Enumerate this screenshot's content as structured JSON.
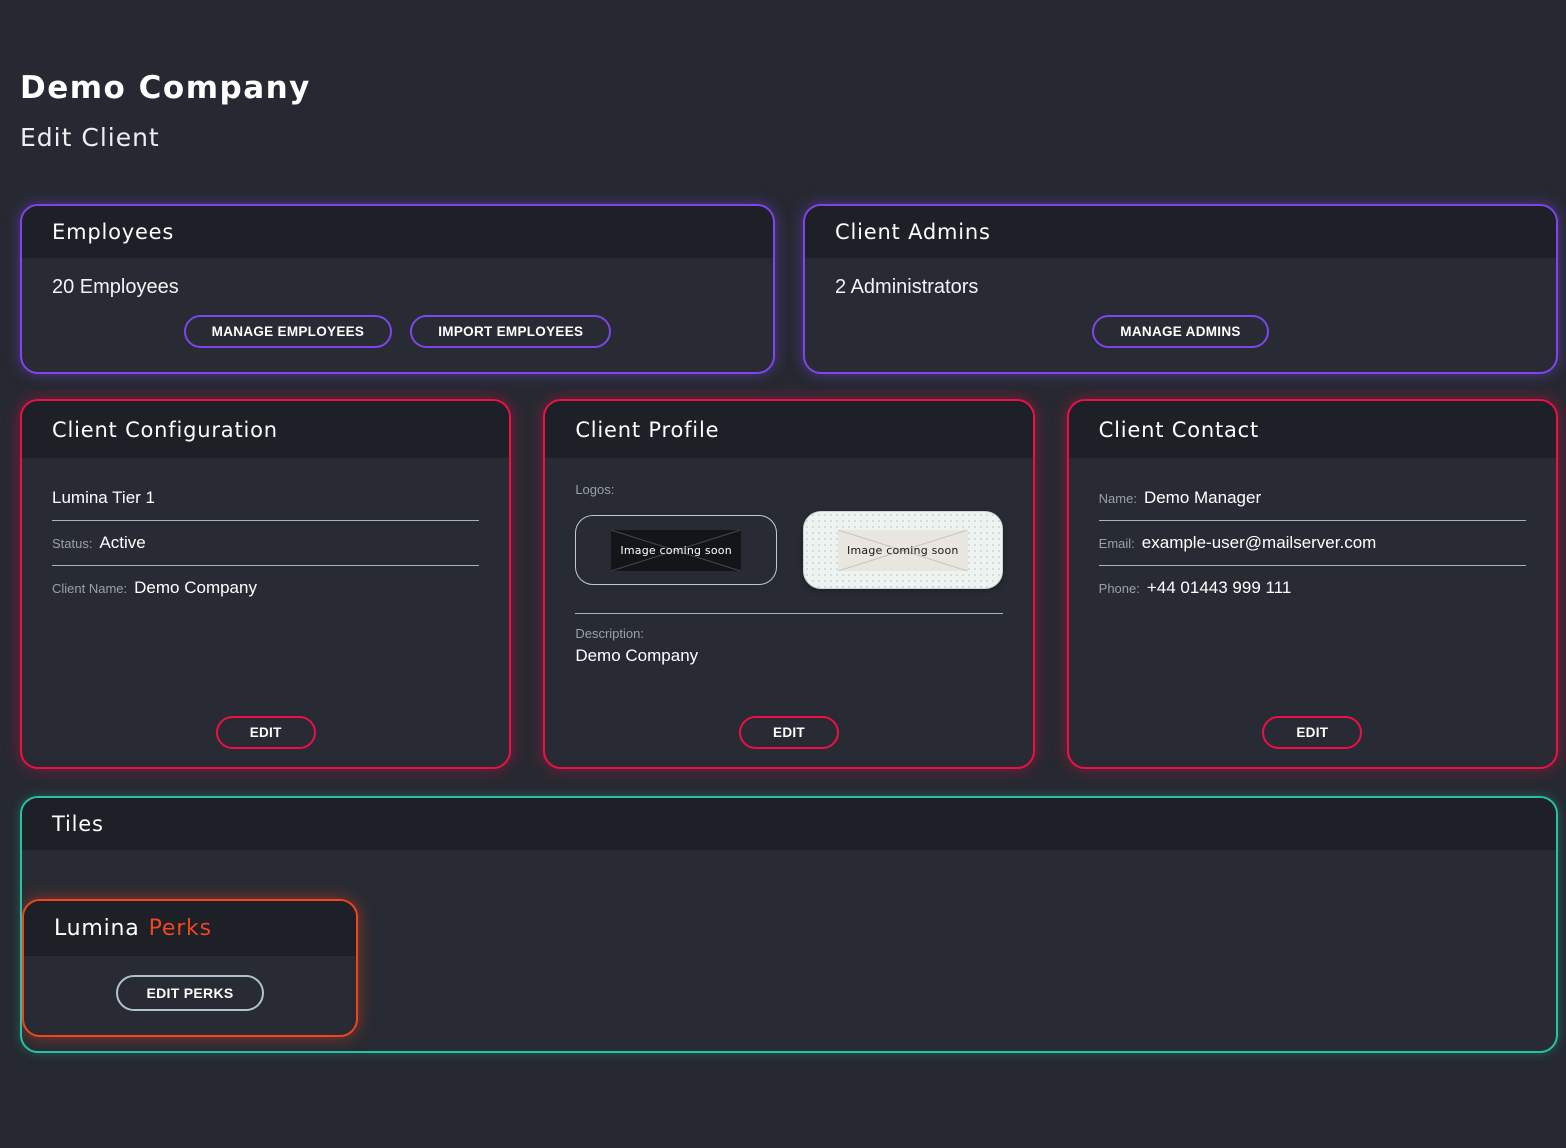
{
  "page": {
    "title": "Demo Company",
    "subtitle": "Edit Client"
  },
  "colors": {
    "background": "#262931",
    "card_body": "#282b33",
    "card_header": "#1d2026",
    "purple_accent": "#7d46ea",
    "red_accent": "#ee1045",
    "teal_accent": "#27c2a4",
    "orange_accent": "#f0451d",
    "divider": "#9fb8be"
  },
  "cards": {
    "employees": {
      "title": "Employees",
      "count_text": "20 Employees",
      "manage_button": "MANAGE EMPLOYEES",
      "import_button": "IMPORT EMPLOYEES"
    },
    "client_admins": {
      "title": "Client Admins",
      "count_text": "2 Administrators",
      "manage_button": "MANAGE ADMINS"
    },
    "client_configuration": {
      "title": "Client Configuration",
      "tier_value": "Lumina Tier 1",
      "status_label": "Status:",
      "status_value": "Active",
      "client_name_label": "Client Name:",
      "client_name_value": "Demo Company",
      "edit_button": "EDIT"
    },
    "client_profile": {
      "title": "Client Profile",
      "logos_label": "Logos:",
      "logo_placeholder": "Image coming soon",
      "description_label": "Description:",
      "description_value": "Demo Company",
      "edit_button": "EDIT"
    },
    "client_contact": {
      "title": "Client Contact",
      "name_label": "Name:",
      "name_value": "Demo Manager",
      "email_label": "Email:",
      "email_value": "example-user@mailserver.com",
      "phone_label": "Phone:",
      "phone_value": "+44 01443 999 111",
      "edit_button": "EDIT"
    },
    "tiles": {
      "title": "Tiles",
      "perk_tile": {
        "brand": "Lumina",
        "accent": "Perks",
        "edit_button": "EDIT PERKS"
      }
    }
  }
}
